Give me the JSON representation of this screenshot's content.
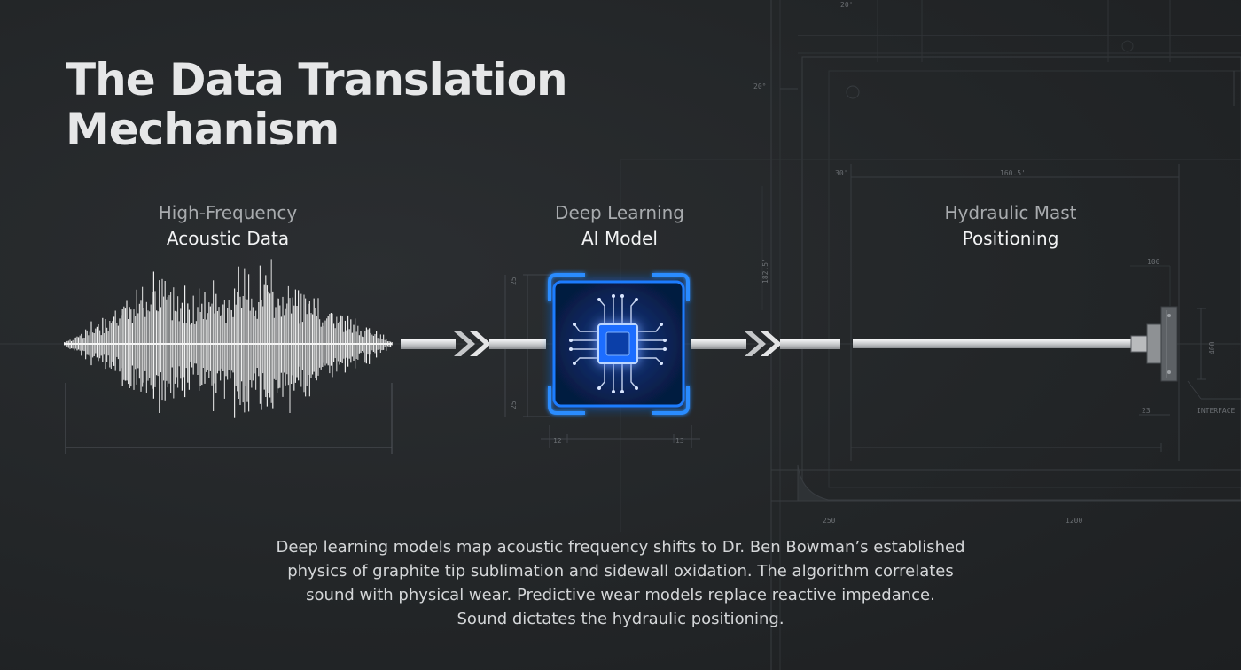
{
  "title": {
    "line1": "The Data Translation",
    "line2": "Mechanism"
  },
  "stages": [
    {
      "line1": "High-Frequency",
      "line2": "Acoustic Data"
    },
    {
      "line1": "Deep Learning",
      "line2": "AI Model"
    },
    {
      "line1": "Hydraulic Mast",
      "line2": "Positioning"
    }
  ],
  "caption": [
    "Deep learning models map acoustic frequency shifts to Dr. Ben Bowman’s established",
    "physics of graphite tip sublimation and sidewall oxidation. The algorithm correlates",
    "sound with physical wear. Predictive wear models replace reactive impedance.",
    "Sound dictates the hydraulic positioning."
  ],
  "blueprint_labels": {
    "d20a": "20'",
    "d20b": "20°",
    "d30": "30'",
    "d1605": "160.5'",
    "d1825": "182.5'",
    "d100": "100",
    "d400": "400",
    "d23": "23",
    "d12": "12",
    "d13": "13",
    "d25a": "25",
    "d25b": "25",
    "d250": "250",
    "d1200": "1200",
    "interface": "INTERFACE"
  },
  "colors": {
    "accent": "#1e7bff",
    "background": "#232628",
    "blueprint_line": "#3a3e42"
  }
}
